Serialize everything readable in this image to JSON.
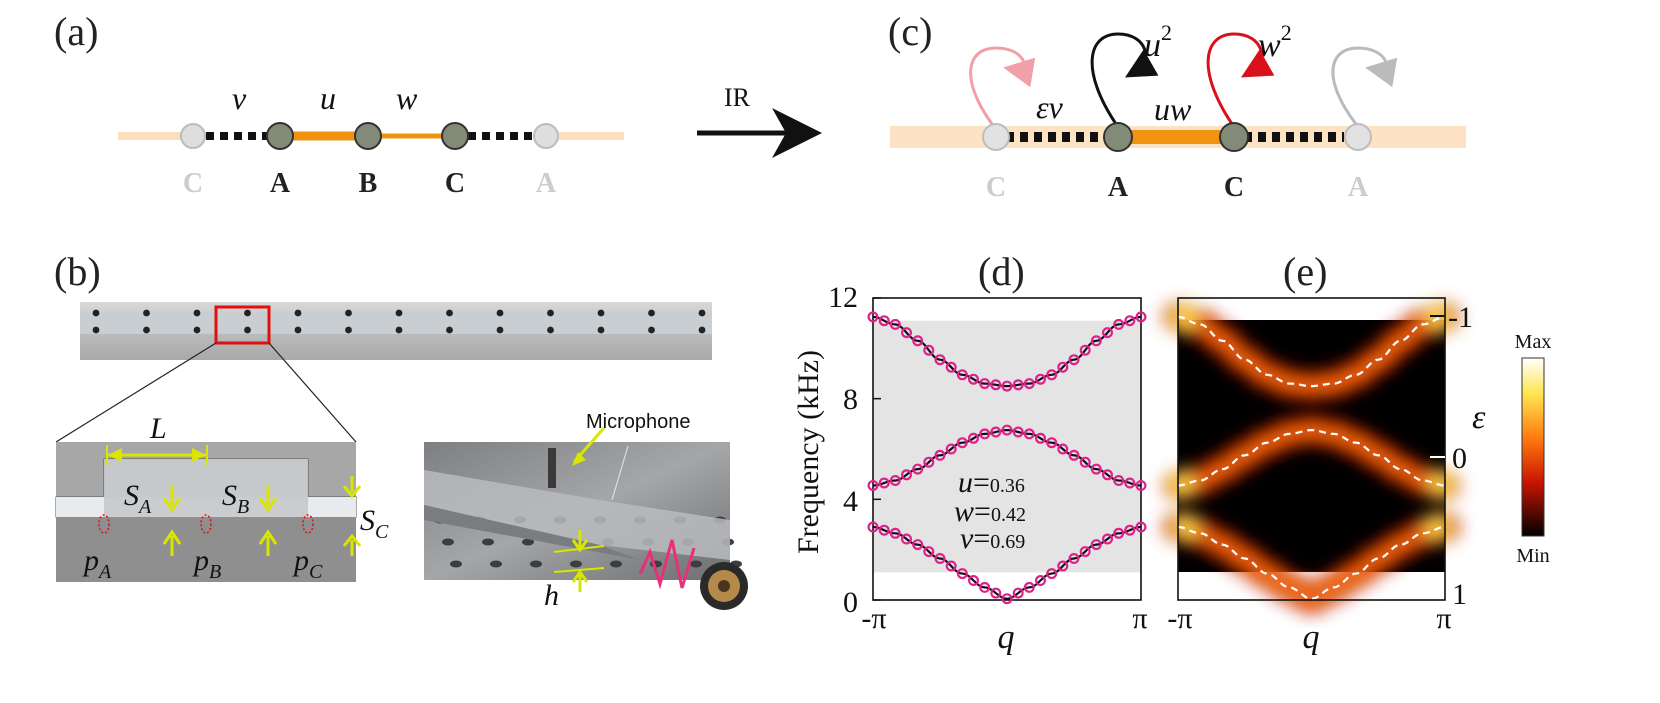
{
  "panels": {
    "a": "(a)",
    "b": "(b)",
    "c": "(c)",
    "d": "(d)",
    "e": "(e)"
  },
  "panel_a": {
    "couplings": [
      "v",
      "u",
      "w"
    ],
    "sites": [
      "C",
      "A",
      "B",
      "C",
      "A"
    ]
  },
  "arrow_label": "IR",
  "panel_c": {
    "couplings": [
      "εv",
      "uw"
    ],
    "loops": [
      "u",
      "w"
    ],
    "loop_exponent": "2",
    "sites": [
      "C",
      "A",
      "C",
      "A"
    ]
  },
  "panel_b": {
    "labels": {
      "L": "L",
      "S": "S",
      "A": "A",
      "B": "B",
      "Csub": "C",
      "p": "p",
      "h": "h",
      "microphone": "Microphone"
    }
  },
  "chart_data": [
    {
      "type": "line",
      "panel": "(d)",
      "ylabel": "Frequency (kHz)",
      "xlabel": "q",
      "xticks": [
        "-π",
        "π"
      ],
      "yticks": [
        "0",
        "4",
        "8",
        "12"
      ],
      "ylim": [
        0,
        12
      ],
      "xlim": [
        -3.1416,
        3.1416
      ],
      "params": [
        {
          "name": "u",
          "eq": "=",
          "value": "0.36"
        },
        {
          "name": "w",
          "eq": "=",
          "value": "0.42"
        },
        {
          "name": "v",
          "eq": "=",
          "value": "0.69"
        }
      ],
      "band_region": [
        1.1,
        11.1
      ],
      "series": [
        {
          "q": [
            -3.1416,
            -2.618,
            -2.0944,
            -1.5708,
            -1.0472,
            -0.5236,
            0,
            0.5236,
            1.0472,
            1.5708,
            2.0944,
            2.618,
            3.1416
          ],
          "f": [
            2.9,
            2.65,
            2.2,
            1.65,
            1.05,
            0.5,
            0.05,
            0.5,
            1.05,
            1.65,
            2.2,
            2.65,
            2.9
          ]
        },
        {
          "q": [
            -3.1416,
            -2.618,
            -2.0944,
            -1.5708,
            -1.0472,
            -0.5236,
            0,
            0.5236,
            1.0472,
            1.5708,
            2.0944,
            2.618,
            3.1416
          ],
          "f": [
            4.55,
            4.75,
            5.2,
            5.75,
            6.25,
            6.6,
            6.75,
            6.6,
            6.25,
            5.75,
            5.2,
            4.75,
            4.55
          ]
        },
        {
          "q": [
            -3.1416,
            -2.618,
            -2.0944,
            -1.5708,
            -1.0472,
            -0.5236,
            0,
            0.5236,
            1.0472,
            1.5708,
            2.0944,
            2.618,
            3.1416
          ],
          "f": [
            11.25,
            10.95,
            10.3,
            9.55,
            8.95,
            8.6,
            8.5,
            8.6,
            8.95,
            9.55,
            10.3,
            10.95,
            11.25
          ]
        }
      ]
    },
    {
      "type": "heatmap",
      "panel": "(e)",
      "xlabel": "q",
      "ylabel": "ε",
      "xticks": [
        "-π",
        "π"
      ],
      "yticks": [
        "-1",
        "0",
        "1"
      ],
      "colorbar": {
        "max": "Max",
        "min": "Min"
      },
      "colors": {
        "black": "#000000",
        "red": "#c81400",
        "orange": "#ff7a10",
        "yellow": "#ffe650",
        "white": "#ffffff"
      }
    }
  ]
}
